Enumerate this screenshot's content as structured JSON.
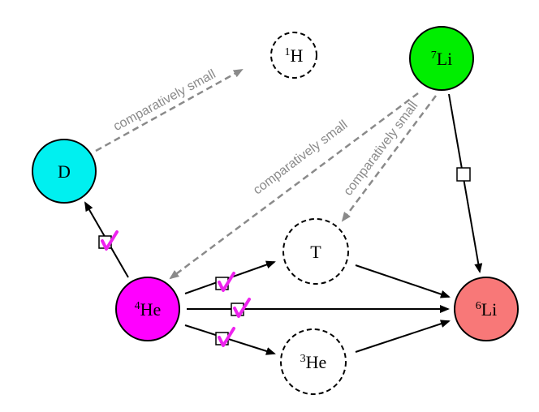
{
  "nodes": {
    "h1": {
      "sup": "1",
      "label": "H",
      "fill": "#ffffff",
      "dashed": true
    },
    "li7": {
      "sup": "7",
      "label": "Li",
      "fill": "#00ee00",
      "dashed": false
    },
    "d": {
      "sup": "",
      "label": "D",
      "fill": "#00f0f0",
      "dashed": false
    },
    "t": {
      "sup": "",
      "label": "T",
      "fill": "#ffffff",
      "dashed": true
    },
    "he4": {
      "sup": "4",
      "label": "He",
      "fill": "#ff00ff",
      "dashed": false
    },
    "li6": {
      "sup": "6",
      "label": "Li",
      "fill": "#f87878",
      "dashed": false
    },
    "he3": {
      "sup": "3",
      "label": "He",
      "fill": "#ffffff",
      "dashed": true
    }
  },
  "edge_labels": {
    "d_to_h1": "comparatively small",
    "li7_to_he4": "comparatively small",
    "li7_to_t": "comparatively small"
  },
  "colors": {
    "arrow_solid": "#000000",
    "arrow_dashed": "#8a8a8a",
    "checkmark": "#ee22ee",
    "box_stroke": "#000000"
  },
  "markers": {
    "check_icon": "checkmark-icon",
    "box_icon": "empty-box-icon"
  }
}
